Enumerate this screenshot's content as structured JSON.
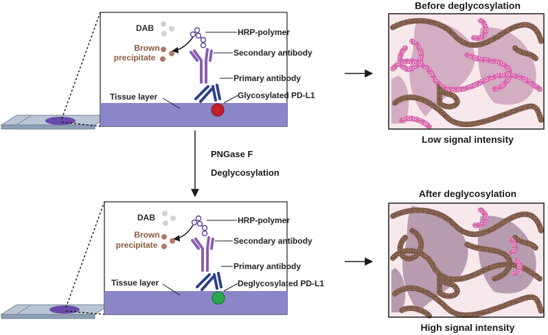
{
  "top_panel": {
    "dab": "DAB",
    "brown_line1": "Brown",
    "brown_line2": "precipitate",
    "hrp": "HRP-polymer",
    "secondary": "Secondary antibody",
    "primary": "Primary antibody",
    "tissue": "Tissue layer",
    "target": "Glycosylated PD-L1",
    "target_color": "#c0202a"
  },
  "bottom_panel": {
    "dab": "DAB",
    "brown_line1": "Brown",
    "brown_line2": "precipitate",
    "hrp": "HRP-polymer",
    "secondary": "Secondary antibody",
    "primary": "Primary antibody",
    "tissue": "Tissue layer",
    "target": "Deglycosylated PD-L1",
    "target_color": "#2aa84a"
  },
  "process": {
    "enzyme": "PNGase F",
    "step": "Deglycosylation"
  },
  "results": {
    "before_title": "Before deglycosylation",
    "before_caption": "Low signal intensity",
    "after_title": "After deglycosylation",
    "after_caption": "High signal intensity"
  },
  "colors": {
    "tissue_layer": "#8a86c8",
    "secondary_antibody": "#8a5cb0",
    "primary_antibody": "#2c3f8c",
    "dab_dot": "#d2d2d2",
    "brown_dot": "#b07a68",
    "brown_stain": "#8a6a58",
    "pink_stain": "#e07ab8",
    "micro_bg": "#f7e8ec"
  }
}
